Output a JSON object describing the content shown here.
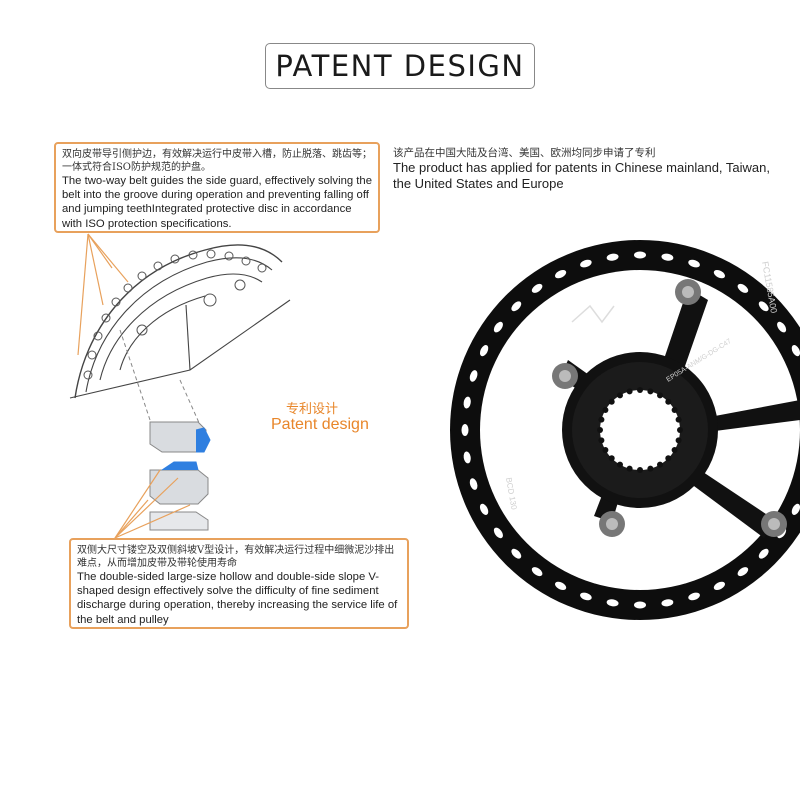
{
  "title": "PATENT DESIGN",
  "callout_top": {
    "zh": "双向皮带导引侧护边，有效解决运行中皮带入槽，防止脱落、跳齿等；一体式符合ISO防护规范的护盘。",
    "en": "The two-way belt guides the side guard, effectively solving the belt into the groove  during operation and preventing falling off and jumping teethIntegrated protective disc in accordance with ISO protection specifications."
  },
  "right_note": {
    "zh": "该产品在中国大陆及台湾、美国、欧洲均同步申请了专利",
    "en": "The product has applied for patents in Chinese mainland, Taiwan, the United States and Europe"
  },
  "patent_label": {
    "zh": "专利设计",
    "en": "Patent design"
  },
  "callout_bottom": {
    "zh": "双侧大尺寸镂空及双侧斜坡V型设计，有效解决运行过程中细微泥沙排出难点，从而增加皮带及带轮使用寿命",
    "en": "The double-sided large-size hollow and double-side slope V-shaped design effectively solve the difficulty of fine sediment discharge during operation, thereby increasing the service life of the belt and pulley"
  },
  "sprocket_text": {
    "serial": "FC11585A00",
    "model": "EP05A-ANM/G-DG-C47",
    "bcd": "BCD 130"
  },
  "colors": {
    "accent": "#e8a15c",
    "sprocket": "#0d0d0d",
    "blue": "#2f7fe0"
  }
}
